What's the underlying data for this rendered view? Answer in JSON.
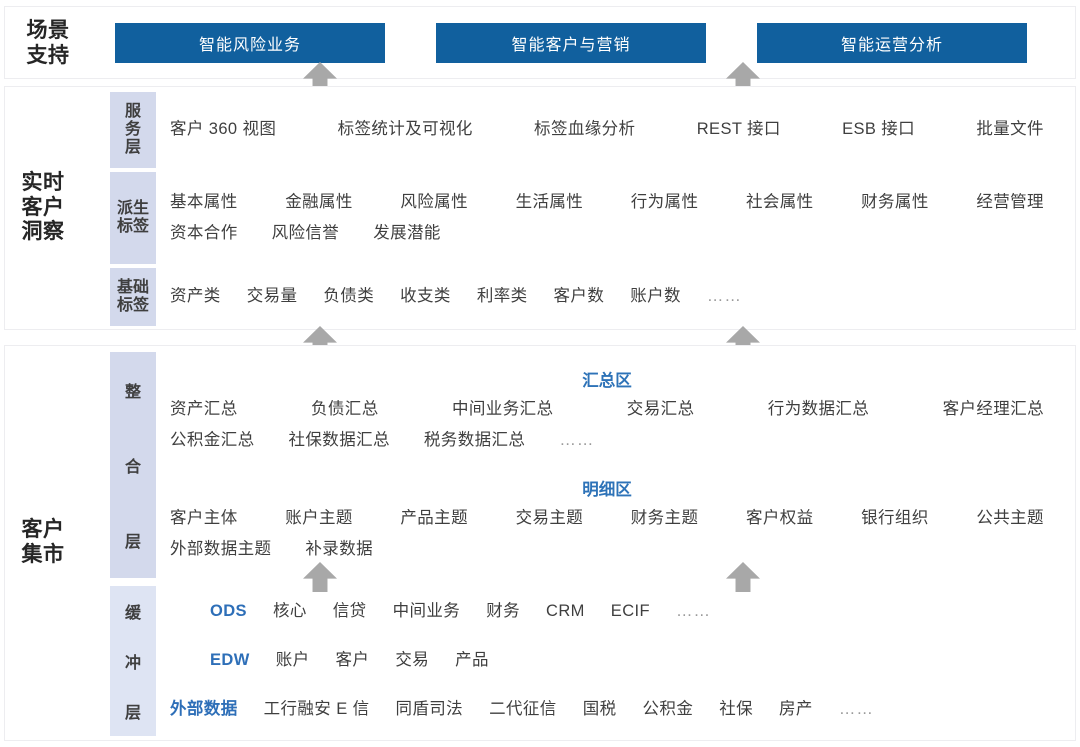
{
  "scene": {
    "group_label_lines": [
      "场景",
      "支持"
    ],
    "buttons": [
      {
        "label": "智能风险业务"
      },
      {
        "label": "智能客户与营销"
      },
      {
        "label": "智能运营分析"
      }
    ]
  },
  "insight": {
    "group_label_lines": [
      "实时",
      "客户",
      "洞察"
    ],
    "layers": [
      {
        "name": "service-layer",
        "label_chars": [
          "服",
          "务",
          "层"
        ],
        "items": [
          "客户 360 视图",
          "标签统计及可视化",
          "标签血缘分析",
          "REST 接口",
          "ESB 接口",
          "批量文件"
        ]
      },
      {
        "name": "derived-tag-layer",
        "label_chars": [
          "派生",
          "标签"
        ],
        "row1": [
          "基本属性",
          "金融属性",
          "风险属性",
          "生活属性",
          "行为属性",
          "社会属性",
          "财务属性",
          "经营管理"
        ],
        "row2": [
          "资本合作",
          "风险信誉",
          "发展潜能"
        ]
      },
      {
        "name": "basic-tag-layer",
        "label_chars": [
          "基础",
          "标签"
        ],
        "items": [
          "资产类",
          "交易量",
          "负债类",
          "收支类",
          "利率类",
          "客户数",
          "账户数"
        ],
        "ellipsis": "……"
      }
    ]
  },
  "mart": {
    "group_label_lines": [
      "客户",
      "集市"
    ],
    "integration_layer": {
      "label_chars": [
        "整",
        "合",
        "层"
      ],
      "summary_zone": {
        "title": "汇总区",
        "row1": [
          "资产汇总",
          "负债汇总",
          "中间业务汇总",
          "交易汇总",
          "行为数据汇总",
          "客户经理汇总"
        ],
        "row2": [
          "公积金汇总",
          "社保数据汇总",
          "税务数据汇总"
        ],
        "ellipsis": "……"
      },
      "detail_zone": {
        "title": "明细区",
        "row1": [
          "客户主体",
          "账户主题",
          "产品主题",
          "交易主题",
          "财务主题",
          "客户权益",
          "银行组织",
          "公共主题"
        ],
        "row2": [
          "外部数据主题",
          "补录数据"
        ]
      }
    },
    "buffer_layer": {
      "label_chars": [
        "缓",
        "冲",
        "层"
      ],
      "rows": [
        {
          "accent": "ODS",
          "items": [
            "核心",
            "信贷",
            "中间业务",
            "财务",
            "CRM",
            "ECIF"
          ],
          "ellipsis": "……"
        },
        {
          "accent": "EDW",
          "items": [
            "账户",
            "客户",
            "交易",
            "产品"
          ],
          "ellipsis": ""
        },
        {
          "accent": "外部数据",
          "items": [
            "工行融安 E 信",
            "同盾司法",
            "二代征信",
            "国税",
            "公积金",
            "社保",
            "房产"
          ],
          "ellipsis": "……"
        }
      ]
    }
  },
  "arrows": {
    "label": "flow-arrow-up",
    "count": 8
  },
  "colors": {
    "accent_blue": "#11609E",
    "zone_title_blue": "#2E73B8",
    "band_lavender": "#D3D9EC",
    "band_light": "#DEE4F3",
    "arrow_gray": "#A8A8A8"
  }
}
